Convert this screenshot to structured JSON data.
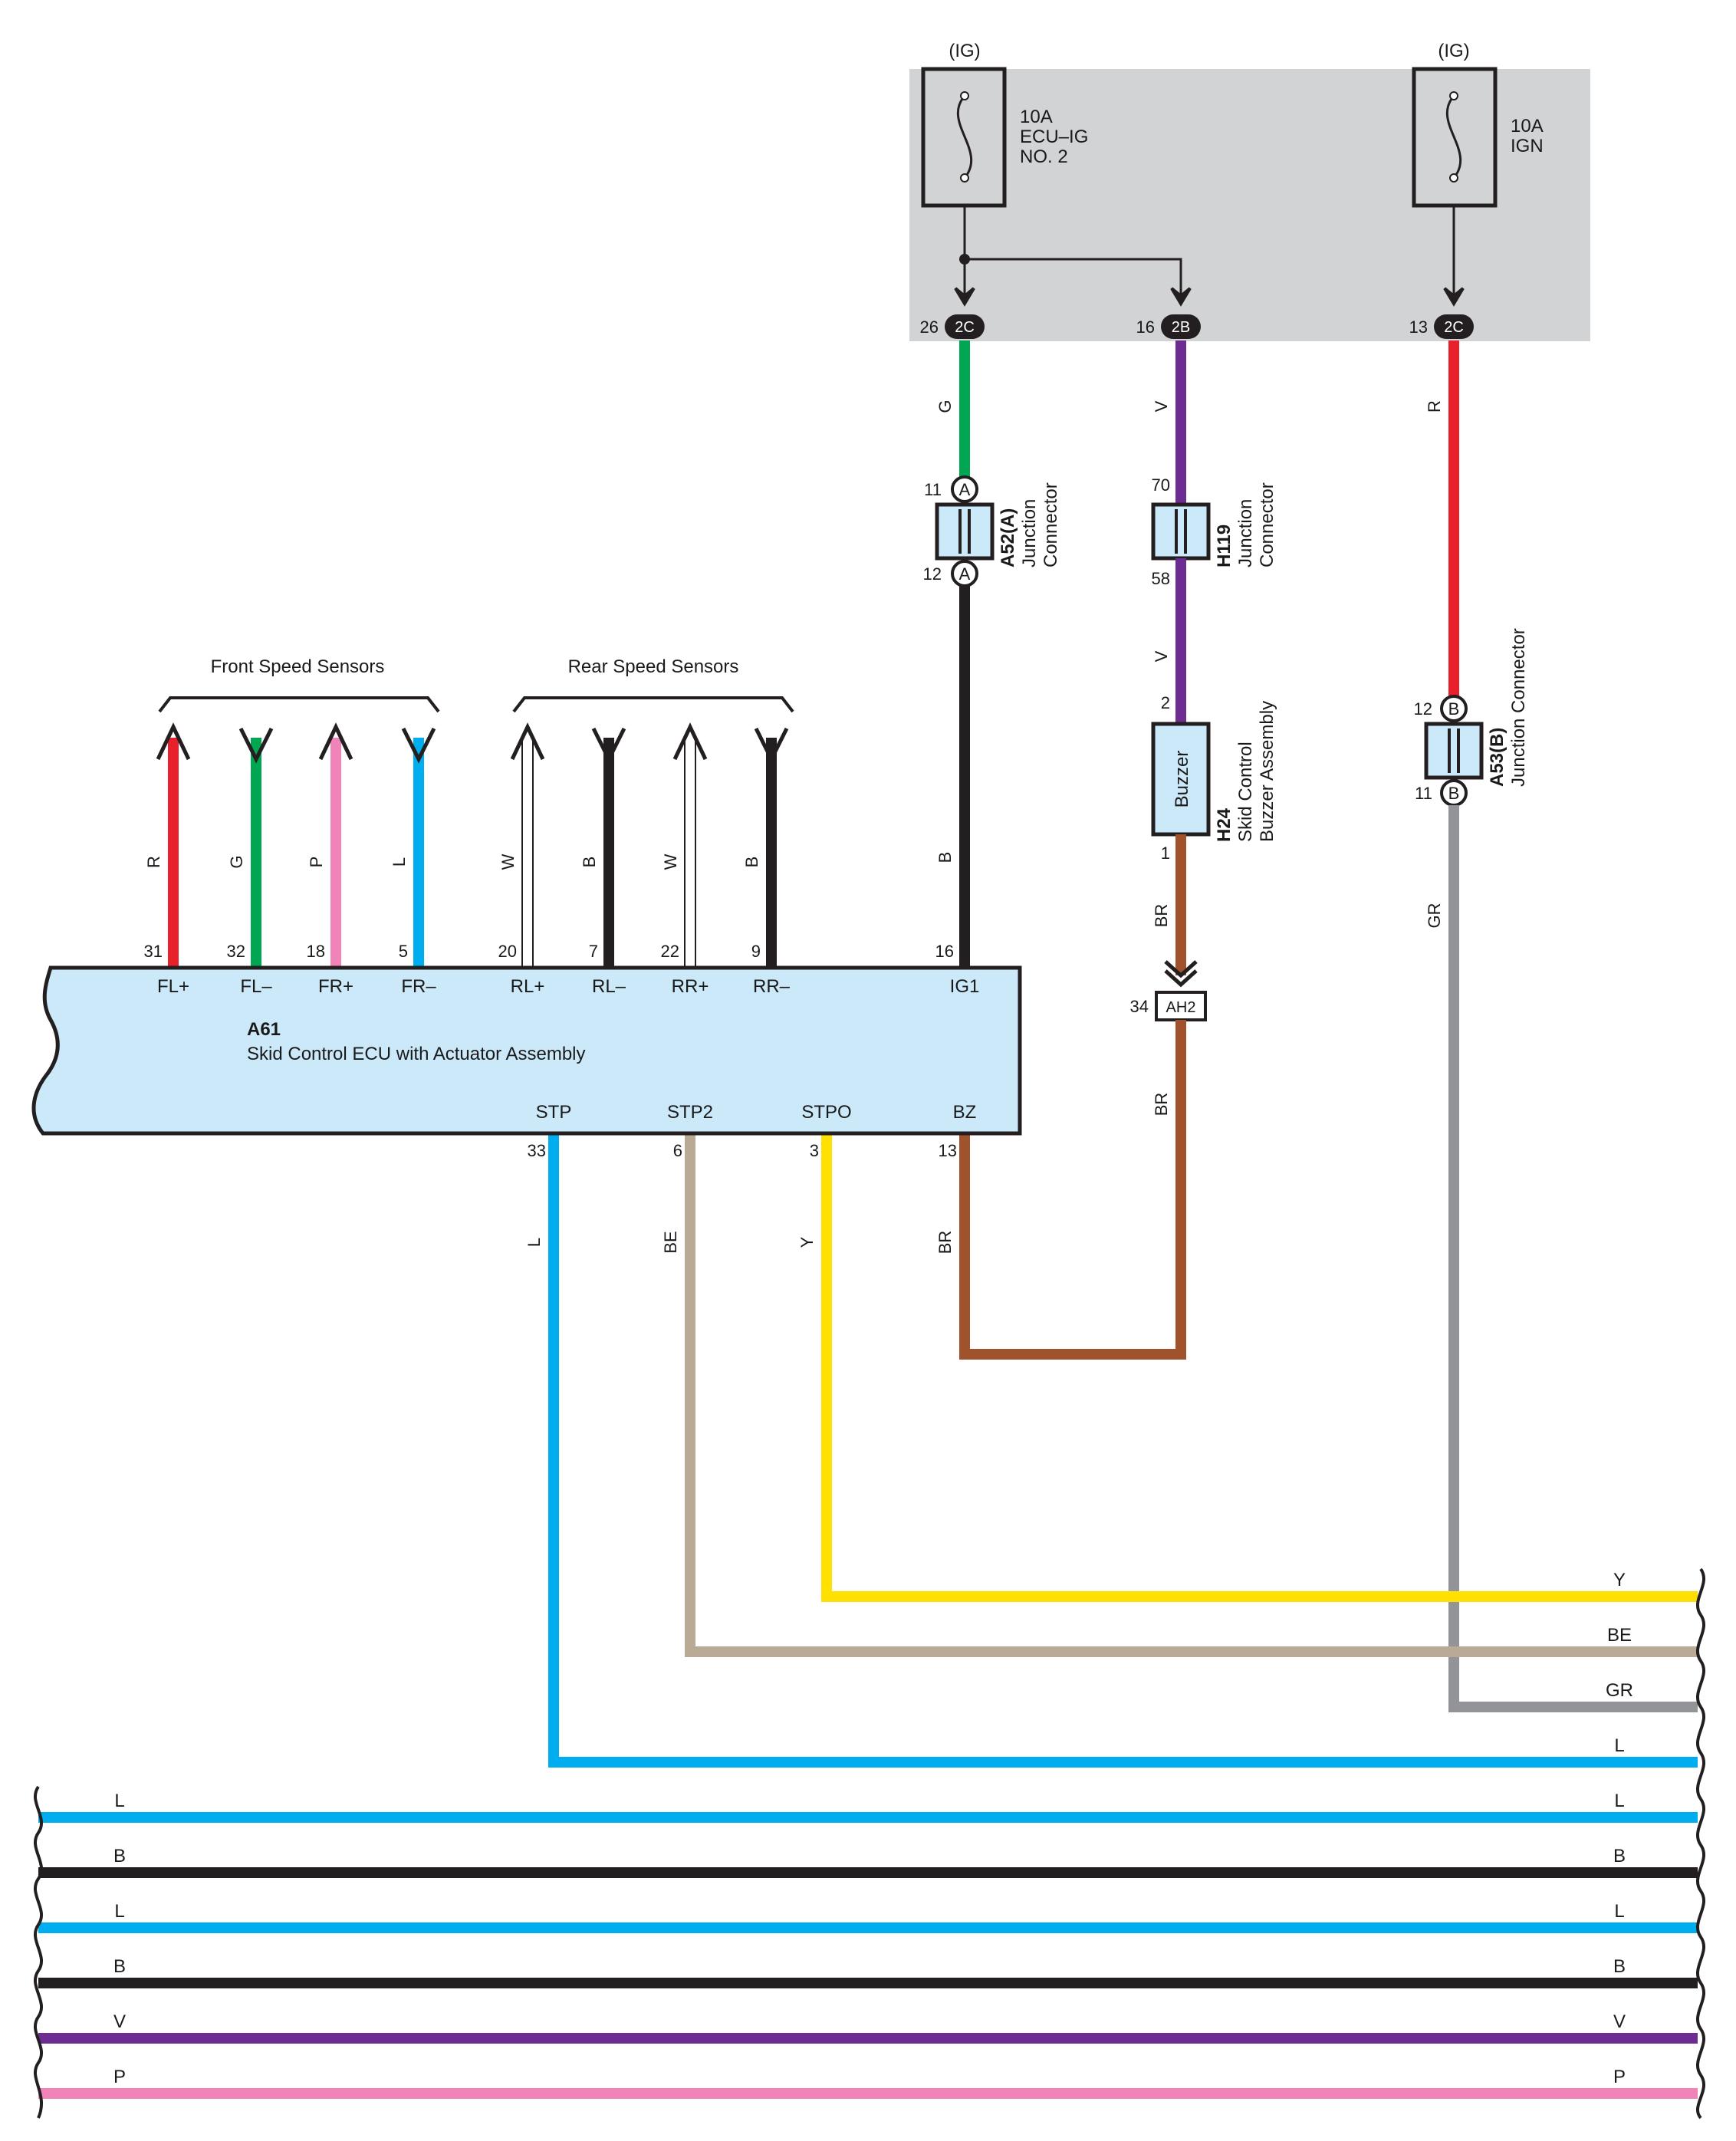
{
  "colors": {
    "R": "#e8202b",
    "G": "#00a651",
    "P": "#f084b8",
    "L": "#00aeef",
    "W": "#ffffff",
    "B": "#231f20",
    "V": "#6c2c91",
    "BR": "#a0522d",
    "BE": "#b9a995",
    "Y": "#ffe000",
    "GR": "#929497",
    "ecu_fill": "#cbe9f9",
    "relay_fill": "#d1d3d4"
  },
  "relay_box": {
    "fuse1": {
      "source": "(IG)",
      "rating": "10A",
      "name1": "ECU–IG",
      "name2": "NO. 2"
    },
    "fuse2": {
      "source": "(IG)",
      "rating": "10A",
      "name1": "IGN"
    },
    "terminals": [
      {
        "pin": "26",
        "conn": "2C"
      },
      {
        "pin": "16",
        "conn": "2B"
      },
      {
        "pin": "13",
        "conn": "2C"
      }
    ]
  },
  "junctions": {
    "a52": {
      "code": "A52(A)",
      "desc1": "Junction",
      "desc2": "Connector",
      "pin_top": "11",
      "pin_bottom": "12",
      "letter": "A"
    },
    "h119": {
      "code": "H119",
      "desc1": "Junction",
      "desc2": "Connector",
      "pin_top": "70",
      "pin_bottom": "58"
    },
    "a53": {
      "code": "A53(B)",
      "desc1": "Junction Connector",
      "pin_top": "12",
      "pin_bottom": "11",
      "letter": "B"
    }
  },
  "buzzer": {
    "label": "Buzzer",
    "code": "H24",
    "desc1": "Skid Control",
    "desc2": "Buzzer Assembly",
    "pin_top": "2",
    "pin_bottom": "1"
  },
  "ah2": {
    "pin": "34",
    "label": "AH2"
  },
  "ecu": {
    "code": "A61",
    "name": "Skid Control ECU with Actuator Assembly",
    "top_pins": [
      {
        "num": "31",
        "name": "FL+",
        "color": "R"
      },
      {
        "num": "32",
        "name": "FL–",
        "color": "G"
      },
      {
        "num": "18",
        "name": "FR+",
        "color": "P"
      },
      {
        "num": "5",
        "name": "FR–",
        "color": "L"
      },
      {
        "num": "20",
        "name": "RL+",
        "color": "W"
      },
      {
        "num": "7",
        "name": "RL–",
        "color": "B"
      },
      {
        "num": "22",
        "name": "RR+",
        "color": "W"
      },
      {
        "num": "9",
        "name": "RR–",
        "color": "B"
      },
      {
        "num": "16",
        "name": "IG1",
        "color": "B"
      }
    ],
    "bottom_pins": [
      {
        "num": "33",
        "name": "STP",
        "color": "L"
      },
      {
        "num": "6",
        "name": "STP2",
        "color": "BE"
      },
      {
        "num": "3",
        "name": "STPO",
        "color": "Y"
      },
      {
        "num": "13",
        "name": "BZ",
        "color": "BR"
      }
    ]
  },
  "groups": {
    "front": "Front Speed Sensors",
    "rear": "Rear Speed Sensors"
  },
  "wire_codes": {
    "g_26": "G",
    "v_16": "V",
    "r_13": "R",
    "b_a52": "B",
    "v_h119": "V",
    "br_buzzer": "BR",
    "br_ah2": "BR",
    "gr_a53": "GR",
    "l_stp": "L",
    "be_stp2": "BE",
    "y_stpo": "Y",
    "br_bz": "BR"
  },
  "right_bus": [
    "Y",
    "BE",
    "GR",
    "L"
  ],
  "full_bus": [
    {
      "left": "L",
      "right": "L",
      "color": "L"
    },
    {
      "left": "B",
      "right": "B",
      "color": "B"
    },
    {
      "left": "L",
      "right": "L",
      "color": "L"
    },
    {
      "left": "B",
      "right": "B",
      "color": "B"
    },
    {
      "left": "V",
      "right": "V",
      "color": "V"
    },
    {
      "left": "P",
      "right": "P",
      "color": "P"
    }
  ]
}
